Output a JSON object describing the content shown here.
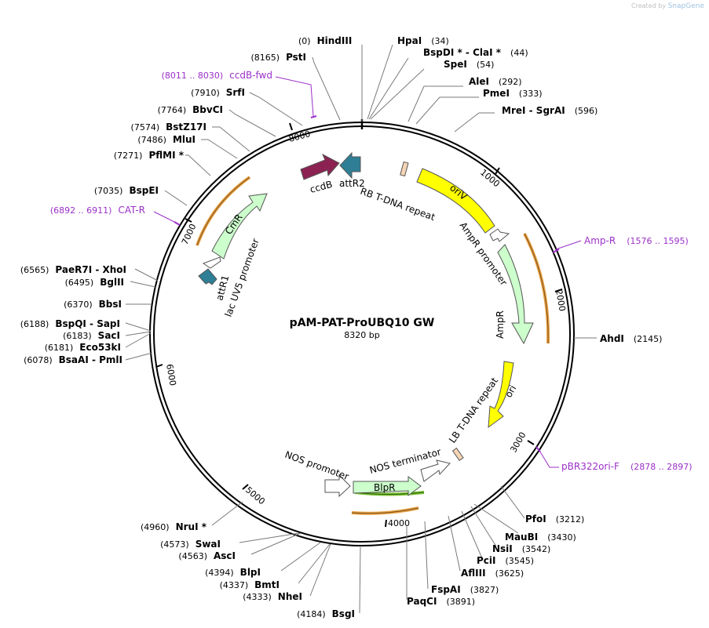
{
  "header": {
    "created_by": "Created by",
    "brand": "SnapGene"
  },
  "plasmid": {
    "name": "pAM-PAT-ProUBQ10 GW",
    "size_text": "8320 bp",
    "length": 8320
  },
  "colors": {
    "feature_text": "#9b30c8",
    "leader": "#7a7a7a",
    "ring": "#000000"
  },
  "ruler_labels": [
    "1000",
    "2000",
    "3000",
    "4000",
    "5000",
    "6000",
    "7000",
    "8000"
  ],
  "sites": [
    {
      "name": "HindIII",
      "pos": "(0)"
    },
    {
      "name": "HpaI",
      "pos": "(34)"
    },
    {
      "name": "BspDI * - ClaI *",
      "pos": "(44)"
    },
    {
      "name": "SpeI",
      "pos": "(54)"
    },
    {
      "name": "AleI",
      "pos": "(292)"
    },
    {
      "name": "PmeI",
      "pos": "(333)"
    },
    {
      "name": "MreI - SgrAI",
      "pos": "(596)"
    },
    {
      "name": "PstI",
      "pos": "(8165)"
    },
    {
      "name": "SrfI",
      "pos": "(7910)"
    },
    {
      "name": "BbvCI",
      "pos": "(7764)"
    },
    {
      "name": "BstZ17I",
      "pos": "(7574)"
    },
    {
      "name": "MluI",
      "pos": "(7486)"
    },
    {
      "name": "PflMI *",
      "pos": "(7271)"
    },
    {
      "name": "BspEI",
      "pos": "(7035)"
    },
    {
      "name": "PaeR7I - XhoI",
      "pos": "(6565)"
    },
    {
      "name": "BglII",
      "pos": "(6495)"
    },
    {
      "name": "BbsI",
      "pos": "(6370)"
    },
    {
      "name": "BspQI - SapI",
      "pos": "(6188)"
    },
    {
      "name": "SacI",
      "pos": "(6183)"
    },
    {
      "name": "Eco53kI",
      "pos": "(6181)"
    },
    {
      "name": "BsaAI - PmlI",
      "pos": "(6078)"
    },
    {
      "name": "AhdI",
      "pos": "(2145)"
    },
    {
      "name": "PfoI",
      "pos": "(3212)"
    },
    {
      "name": "MauBI",
      "pos": "(3430)"
    },
    {
      "name": "NsiI",
      "pos": "(3542)"
    },
    {
      "name": "PciI",
      "pos": "(3545)"
    },
    {
      "name": "AflIII",
      "pos": "(3625)"
    },
    {
      "name": "FspAI",
      "pos": "(3827)"
    },
    {
      "name": "PaqCI",
      "pos": "(3891)"
    },
    {
      "name": "BsgI",
      "pos": "(4184)"
    },
    {
      "name": "NheI",
      "pos": "(4333)"
    },
    {
      "name": "BmtI",
      "pos": "(4337)"
    },
    {
      "name": "BlpI",
      "pos": "(4394)"
    },
    {
      "name": "AscI",
      "pos": "(4563)"
    },
    {
      "name": "SwaI",
      "pos": "(4573)"
    },
    {
      "name": "NruI *",
      "pos": "(4960)"
    }
  ],
  "primers": [
    {
      "name": "ccdB-fwd",
      "range": "(8011 .. 8030)"
    },
    {
      "name": "CAT-R",
      "range": "(6892 .. 6911)"
    },
    {
      "name": "Amp-R",
      "range": "(1576 .. 1595)"
    },
    {
      "name": "pBR322ori-F",
      "range": "(2878 .. 2897)"
    }
  ],
  "features": [
    {
      "name": "ccdB",
      "color": "#8b2252"
    },
    {
      "name": "attR2",
      "color": "#2e7f96"
    },
    {
      "name": "RB T-DNA repeat",
      "color": "#f5d5b5"
    },
    {
      "name": "oriV",
      "color": "#ffff00"
    },
    {
      "name": "AmpR promoter",
      "color": "#ffffff"
    },
    {
      "name": "AmpR",
      "color": "#ccffcc"
    },
    {
      "name": "ori",
      "color": "#ffff00"
    },
    {
      "name": "LB T-DNA repeat",
      "color": "#f5d5b5"
    },
    {
      "name": "NOS terminator",
      "color": "#ffffff"
    },
    {
      "name": "BlpR",
      "color": "#ccffcc"
    },
    {
      "name": "NOS promoter",
      "color": "#ffffff"
    },
    {
      "name": "CmR",
      "color": "#ccffcc"
    },
    {
      "name": "attR1",
      "color": "#2e7f96"
    },
    {
      "name": "lac UV5 promoter",
      "color": "#ffffff"
    }
  ]
}
